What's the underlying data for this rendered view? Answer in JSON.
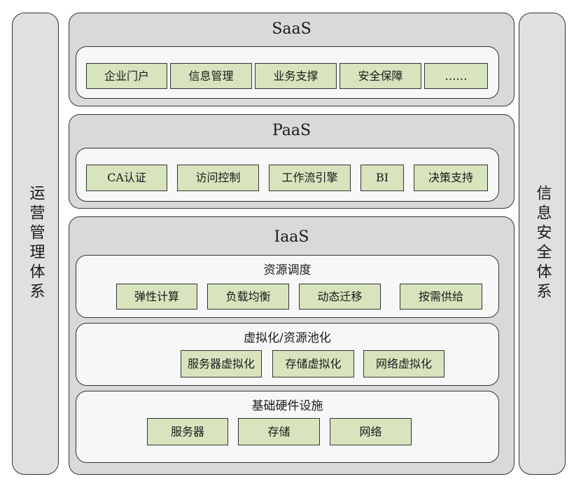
{
  "side_left": {
    "label": "运营管理体系"
  },
  "side_right": {
    "label": "信息安全体系"
  },
  "saas": {
    "title": "SaaS",
    "items": [
      "企业门户",
      "信息管理",
      "业务支撑",
      "安全保障",
      "……"
    ]
  },
  "paas": {
    "title": "PaaS",
    "items": [
      "CA认证",
      "访问控制",
      "工作流引擎",
      "BI",
      "决策支持"
    ]
  },
  "iaas": {
    "title": "IaaS",
    "scheduling": {
      "title": "资源调度",
      "items": [
        "弹性计算",
        "负载均衡",
        "动态迁移",
        "按需供给"
      ]
    },
    "virtualization": {
      "title": "虚拟化/资源池化",
      "items": [
        "服务器虚拟化",
        "存储虚拟化",
        "网络虚拟化"
      ]
    },
    "hardware": {
      "title": "基础硬件设施",
      "items": [
        "服务器",
        "存储",
        "网络"
      ]
    }
  }
}
